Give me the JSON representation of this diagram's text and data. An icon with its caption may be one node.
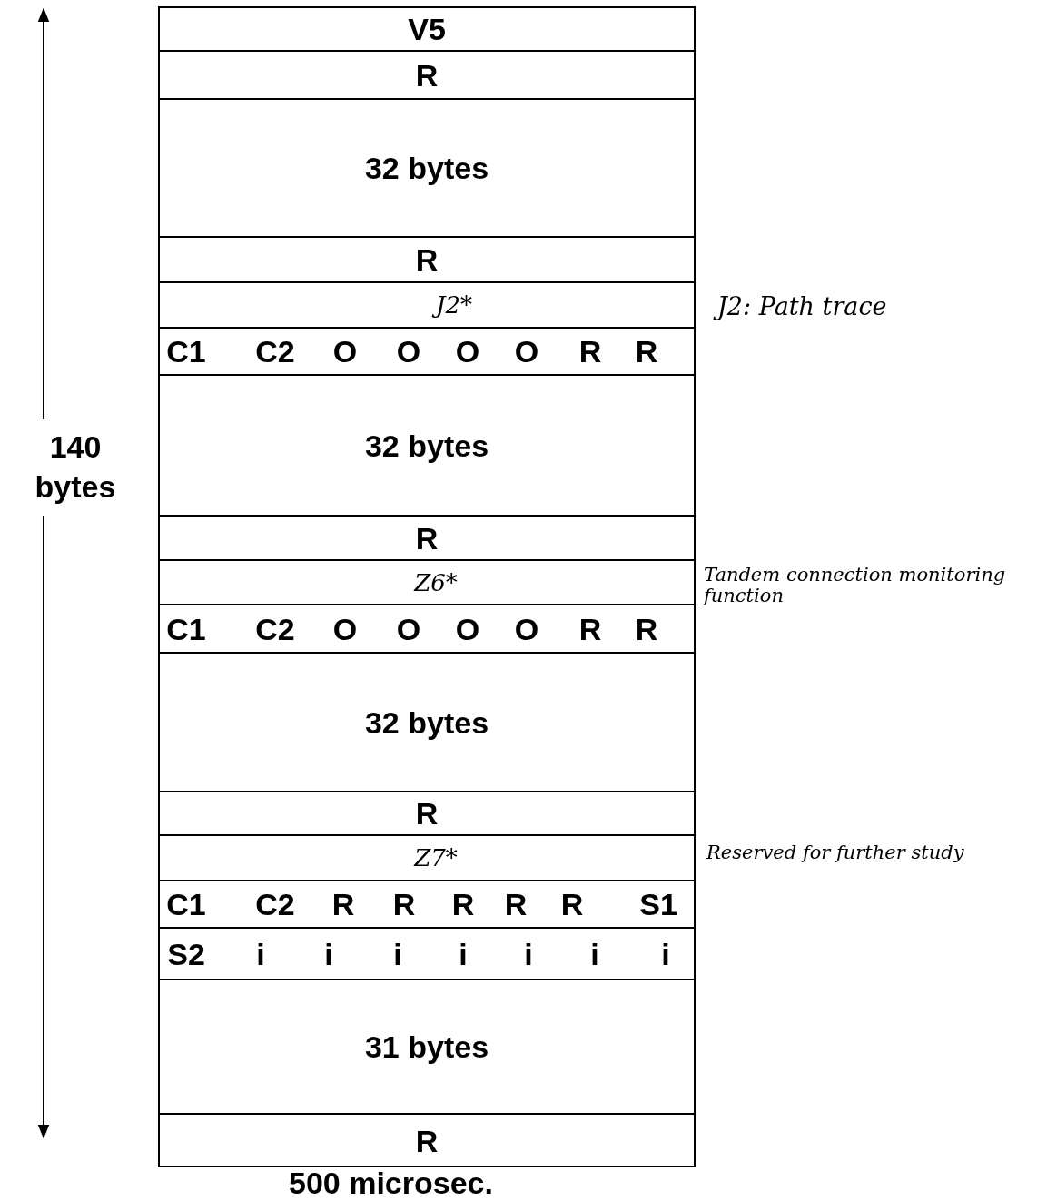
{
  "diagram": {
    "nodes": [
      {
        "text": [
          "V5"
        ]
      },
      {
        "text": [
          "R"
        ]
      },
      {
        "text": [
          "32 bytes"
        ]
      },
      {
        "text": [
          "R"
        ]
      },
      {
        "text": [
          "J2*"
        ]
      },
      {
        "text": [
          "C1",
          "C2",
          "O",
          "O",
          "O",
          "O",
          "R",
          "R"
        ]
      },
      {
        "text": [
          "32 bytes"
        ]
      },
      {
        "text": [
          "R"
        ]
      },
      {
        "text": [
          "Z6*"
        ]
      },
      {
        "text": [
          "C1",
          "C2",
          "O",
          "O",
          "O",
          "O",
          "R",
          "R"
        ]
      },
      {
        "text": [
          "32 bytes"
        ]
      },
      {
        "text": [
          "R"
        ]
      },
      {
        "text": [
          "Z7*"
        ]
      },
      {
        "text": [
          "C1",
          "C2",
          "R",
          "R",
          "R",
          "R",
          "R",
          "S1"
        ]
      },
      {
        "text": [
          "S2",
          "i",
          "i",
          "i",
          "i",
          "i",
          "i",
          "i"
        ]
      },
      {
        "text": [
          "31 bytes"
        ]
      },
      {
        "text": [
          "R"
        ]
      }
    ],
    "labels": [
      "J2: Path trace",
      "140 bytes",
      "Tandem connection monitoring function",
      "Reserved for further study",
      "500 microsec."
    ]
  }
}
